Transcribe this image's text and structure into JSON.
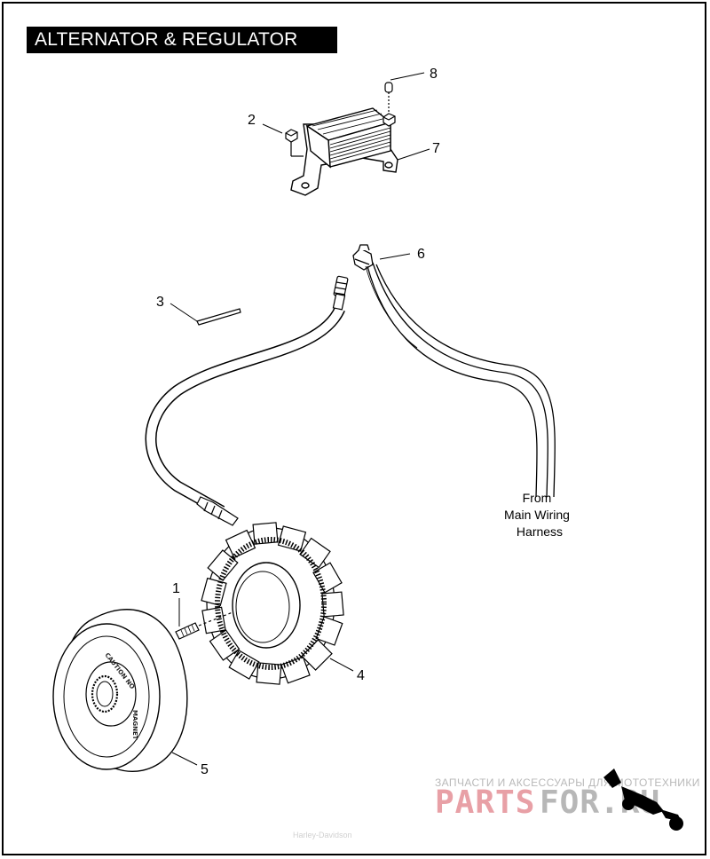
{
  "title": "ALTERNATOR & REGULATOR",
  "callouts": {
    "c1": "1",
    "c2": "2",
    "c3": "3",
    "c4": "4",
    "c5": "5",
    "c6": "6",
    "c7": "7",
    "c8": "8"
  },
  "note": {
    "line1": "From",
    "line2": "Main Wiring",
    "line3": "Harness"
  },
  "rotor_markings": {
    "caution": "CAUTION NO",
    "mark2": "MAGNET"
  },
  "watermark": {
    "tagline": "ЗАПЧАСТИ И АКСЕССУАРЫ ДЛЯ МОТОТЕХНИКИ",
    "brand_left": "PARTS",
    "brand_right": "FOR.RU",
    "color_left": "#e8a0a6",
    "color_right": "#b7b7b7",
    "footer": "Harley-Davidson"
  }
}
